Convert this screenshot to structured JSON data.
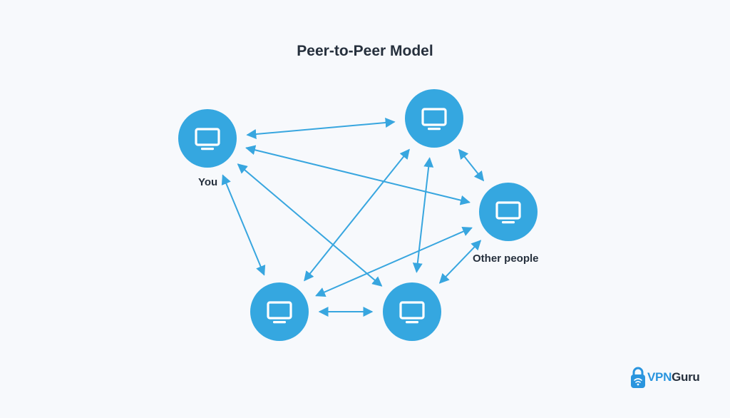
{
  "title": "Peer-to-Peer Model",
  "labels": {
    "you": "You",
    "other_people": "Other people"
  },
  "nodes": [
    {
      "id": "you",
      "icon": "monitor-icon"
    },
    {
      "id": "top-right",
      "icon": "monitor-icon"
    },
    {
      "id": "right",
      "icon": "monitor-icon"
    },
    {
      "id": "bottom-left",
      "icon": "monitor-icon"
    },
    {
      "id": "bottom-right",
      "icon": "monitor-icon"
    }
  ],
  "edges": [
    [
      "you",
      "top-right"
    ],
    [
      "you",
      "right"
    ],
    [
      "you",
      "bottom-left"
    ],
    [
      "you",
      "bottom-right"
    ],
    [
      "top-right",
      "right"
    ],
    [
      "top-right",
      "bottom-left"
    ],
    [
      "top-right",
      "bottom-right"
    ],
    [
      "right",
      "bottom-left"
    ],
    [
      "right",
      "bottom-right"
    ],
    [
      "bottom-left",
      "bottom-right"
    ]
  ],
  "logo": {
    "brand_prefix": "VPN",
    "brand_suffix": "Guru",
    "icon": "padlock-wifi-icon"
  },
  "colors": {
    "node_fill": "#35a7e0",
    "arrow": "#38a6df",
    "title": "#26303d",
    "background": "#f7f9fc",
    "brand_blue": "#2a95de"
  }
}
